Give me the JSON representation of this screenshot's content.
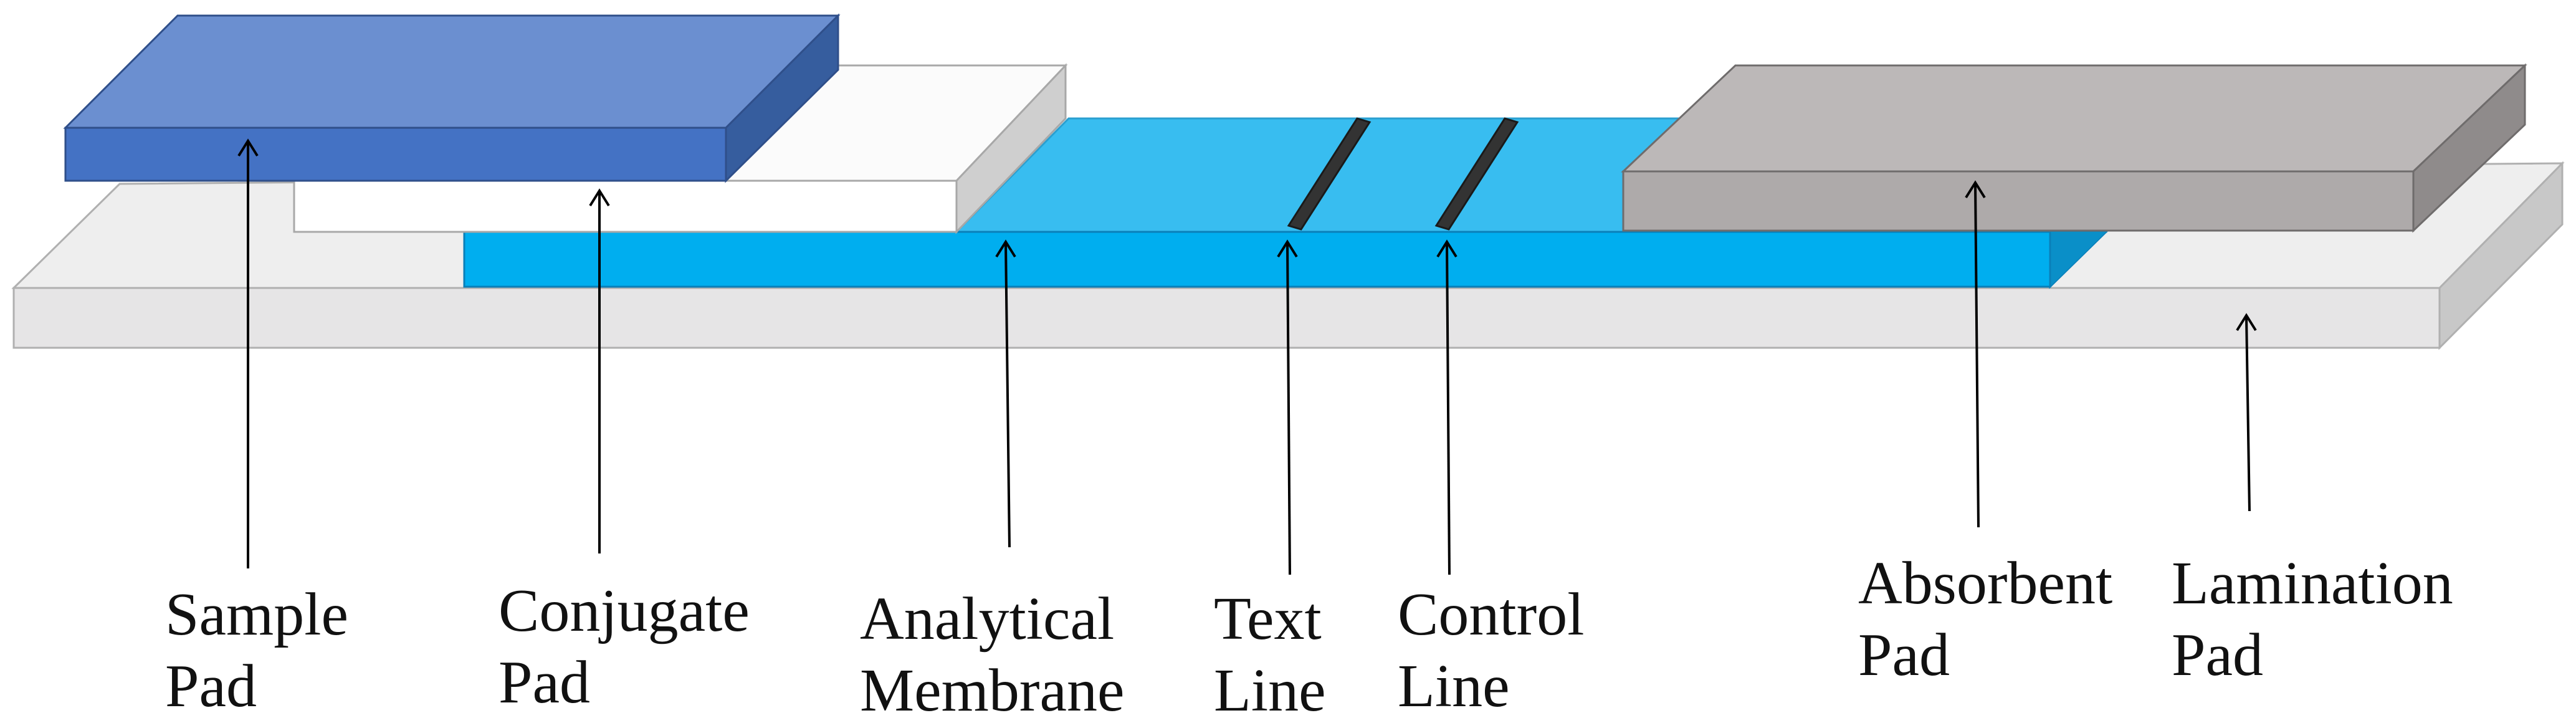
{
  "labels": {
    "sample_pad": [
      "Sample",
      "Pad"
    ],
    "conjugate_pad": [
      "Conjugate",
      "Pad"
    ],
    "analytical_membrane": [
      "Analytical",
      "Membrane"
    ],
    "text_line": [
      "Text",
      "Line"
    ],
    "control_line": [
      "Control",
      "Line"
    ],
    "absorbent_pad": [
      "Absorbent",
      "Pad"
    ],
    "lamination_pad": [
      "Lamination",
      "Pad"
    ]
  },
  "colors": {
    "sample_pad_front": "#4472c4",
    "sample_pad_top": "#6b8fd0",
    "sample_pad_side": "#365d9e",
    "conjugate_pad_top": "#fbfbfb",
    "conjugate_pad_front": "#ffffff",
    "conjugate_pad_side": "#cfcfcf",
    "membrane_front": "#00aeef",
    "membrane_top": "#38bdf0",
    "membrane_side": "#0a8fc8",
    "test_control_lines": "#333333",
    "absorbent_front": "#aeaaaa",
    "absorbent_top": "#bcb8b8",
    "absorbent_side": "#8f8b8b",
    "lamination_top": "#eeeeee",
    "lamination_front": "#e6e5e6",
    "lamination_side": "#c8c8c8",
    "outline": "#9a9a9a",
    "arrow": "#000000"
  }
}
